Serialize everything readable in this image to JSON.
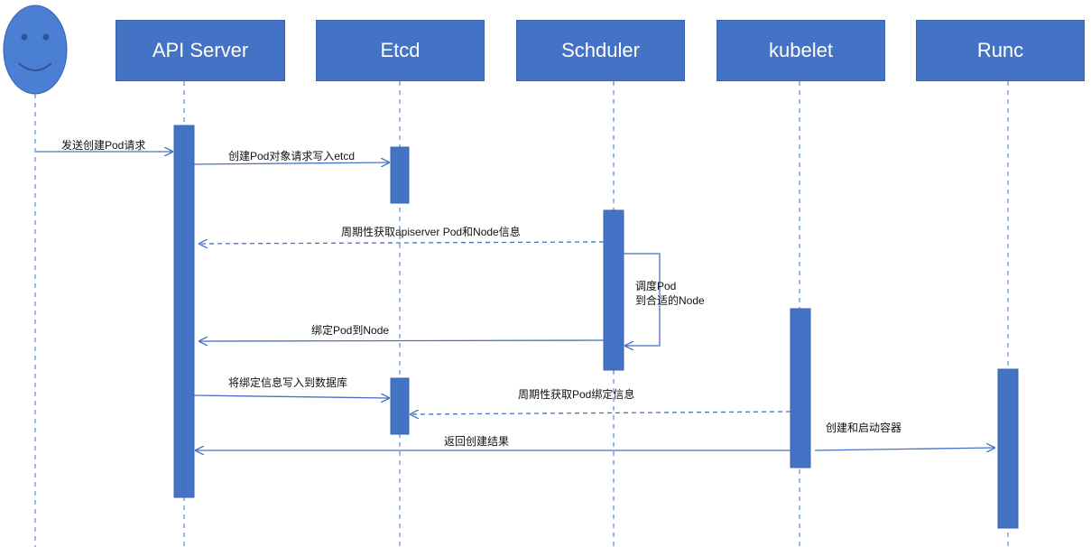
{
  "colors": {
    "actor_fill": "#4472c4",
    "actor_text": "#ffffff",
    "lifeline": "#5b87c9",
    "arrow": "#4472c4",
    "user_icon_fill": "#4a7fd4"
  },
  "user": {
    "icon": "smiley-face-icon"
  },
  "actors": [
    {
      "id": "api",
      "label": "API Server"
    },
    {
      "id": "etcd",
      "label": "Etcd"
    },
    {
      "id": "scheduler",
      "label": "Schduler"
    },
    {
      "id": "kubelet",
      "label": "kubelet"
    },
    {
      "id": "runc",
      "label": "Runc"
    }
  ],
  "messages": [
    {
      "id": "m1",
      "text": "发送创建Pod请求",
      "from": "user",
      "to": "api",
      "style": "solid"
    },
    {
      "id": "m2",
      "text": "创建Pod对象请求写入etcd",
      "from": "api",
      "to": "etcd",
      "style": "solid"
    },
    {
      "id": "m3",
      "text": "周期性获取apiserver Pod和Node信息",
      "from": "scheduler",
      "to": "api",
      "style": "dashed"
    },
    {
      "id": "m4a",
      "text": "调度Pod",
      "from": "scheduler",
      "to": "scheduler",
      "style": "self"
    },
    {
      "id": "m4b",
      "text": "到合适的Node",
      "from": "scheduler",
      "to": "scheduler",
      "style": "self"
    },
    {
      "id": "m5",
      "text": "绑定Pod到Node",
      "from": "scheduler",
      "to": "api",
      "style": "solid"
    },
    {
      "id": "m6",
      "text": "将绑定信息写入到数据库",
      "from": "api",
      "to": "etcd",
      "style": "solid"
    },
    {
      "id": "m7",
      "text": "周期性获取Pod绑定信息",
      "from": "kubelet",
      "to": "etcd",
      "style": "dashed"
    },
    {
      "id": "m8",
      "text": "创建和启动容器",
      "from": "kubelet",
      "to": "runc",
      "style": "solid"
    },
    {
      "id": "m9",
      "text": "返回创建结果",
      "from": "kubelet",
      "to": "api",
      "style": "solid"
    }
  ]
}
